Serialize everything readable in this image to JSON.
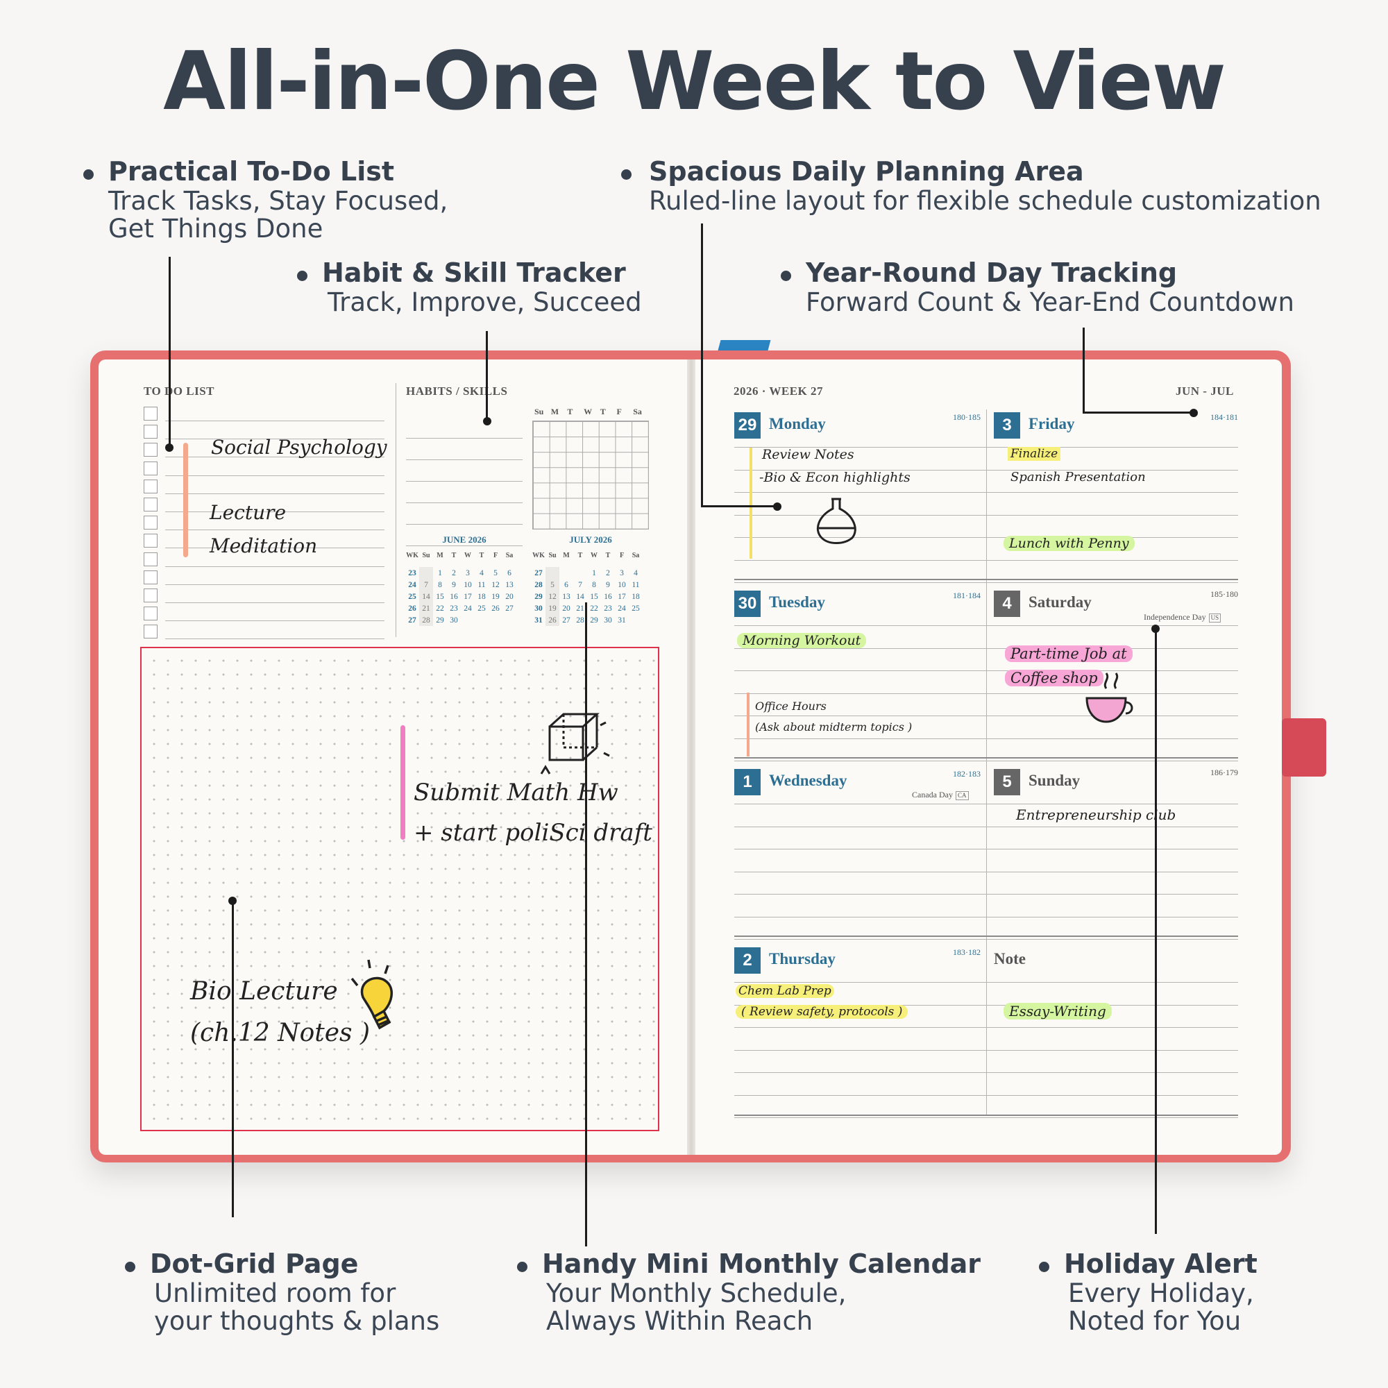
{
  "title": "All-in-One Week to View",
  "callouts": {
    "todo": {
      "heading": "Practical To-Do List",
      "line1": "Track Tasks, Stay Focused,",
      "line2": "Get Things Done"
    },
    "daily": {
      "heading": "Spacious Daily Planning Area",
      "line1": "Ruled-line layout for flexible schedule customization"
    },
    "habit": {
      "heading": "Habit & Skill Tracker",
      "line1": "Track, Improve, Succeed"
    },
    "year": {
      "heading": "Year-Round Day Tracking",
      "line1": "Forward Count & Year-End Countdown"
    },
    "dotgrid": {
      "heading": "Dot-Grid Page",
      "line1": "Unlimited room for",
      "line2": "your thoughts & plans"
    },
    "minical": {
      "heading": "Handy Mini Monthly Calendar",
      "line1": "Your Monthly Schedule,",
      "line2": "Always Within Reach"
    },
    "holiday": {
      "heading": "Holiday Alert",
      "line1": "Every Holiday,",
      "line2": "Noted for You"
    }
  },
  "left_page": {
    "todo_label": "TO DO LIST",
    "habits_label": "HABITS / SKILLS",
    "tracker_days": [
      "Su",
      "M",
      "T",
      "W",
      "T",
      "F",
      "Sa"
    ],
    "todo_items": [
      "Social Psychology",
      "Lecture",
      "Meditation"
    ],
    "june": {
      "caption": "JUNE 2026",
      "headers": [
        "WK",
        "Su",
        "M",
        "T",
        "W",
        "T",
        "F",
        "Sa"
      ],
      "rows": [
        [
          "23",
          "",
          "1",
          "2",
          "3",
          "4",
          "5",
          "6"
        ],
        [
          "24",
          "7",
          "8",
          "9",
          "10",
          "11",
          "12",
          "13"
        ],
        [
          "25",
          "14",
          "15",
          "16",
          "17",
          "18",
          "19",
          "20"
        ],
        [
          "26",
          "21",
          "22",
          "23",
          "24",
          "25",
          "26",
          "27"
        ],
        [
          "27",
          "28",
          "29",
          "30",
          "",
          "",
          "",
          ""
        ]
      ]
    },
    "july": {
      "caption": "JULY 2026",
      "headers": [
        "WK",
        "Su",
        "M",
        "T",
        "W",
        "T",
        "F",
        "Sa"
      ],
      "rows": [
        [
          "27",
          "",
          "",
          "",
          "1",
          "2",
          "3",
          "4"
        ],
        [
          "28",
          "5",
          "6",
          "7",
          "8",
          "9",
          "10",
          "11"
        ],
        [
          "29",
          "12",
          "13",
          "14",
          "15",
          "16",
          "17",
          "18"
        ],
        [
          "30",
          "19",
          "20",
          "21",
          "22",
          "23",
          "24",
          "25"
        ],
        [
          "31",
          "26",
          "27",
          "28",
          "29",
          "30",
          "31",
          ""
        ]
      ]
    },
    "dot_notes": {
      "math1": "Submit Math Hw",
      "math2": "+ start poliSci draft",
      "bio1": "Bio Lecture",
      "bio2": "(ch.12 Notes )"
    }
  },
  "right_page": {
    "week_label": "2026 · WEEK 27",
    "range_label": "JUN - JUL",
    "days": {
      "mon": {
        "num": "29",
        "name": "Monday",
        "count": "180·185",
        "notes": [
          "Review Notes",
          "-Bio & Econ highlights"
        ]
      },
      "tue": {
        "num": "30",
        "name": "Tuesday",
        "count": "181·184",
        "notes": [
          "Morning Workout",
          "Office Hours",
          "(Ask about midterm topics )"
        ]
      },
      "wed": {
        "num": "1",
        "name": "Wednesday",
        "count": "182·183",
        "holiday": "Canada Day",
        "holiday_tag": "CA"
      },
      "thu": {
        "num": "2",
        "name": "Thursday",
        "count": "183·182",
        "notes": [
          "Chem Lab Prep",
          "( Review safety, protocols )"
        ]
      },
      "fri": {
        "num": "3",
        "name": "Friday",
        "count": "184·181",
        "notes": [
          "Finalize",
          "Spanish Presentation",
          "Lunch with Penny"
        ]
      },
      "sat": {
        "num": "4",
        "name": "Saturday",
        "count": "185·180",
        "holiday": "Independence Day",
        "holiday_tag": "US",
        "notes": [
          "Part-time Job at",
          "Coffee shop"
        ]
      },
      "sun": {
        "num": "5",
        "name": "Sunday",
        "count": "186·179",
        "notes": [
          "Entrepreneurship club"
        ]
      },
      "note": {
        "name": "Note",
        "notes": [
          "Essay-Writing"
        ]
      }
    }
  },
  "colors": {
    "cover": "#e5706f",
    "accent": "#2c6f93",
    "dotgrid_border": "#e0324a",
    "yellow_highlight": "#f6ef7a",
    "green_highlight": "#d5f5a0",
    "pink_highlight": "#f7a6d6"
  }
}
